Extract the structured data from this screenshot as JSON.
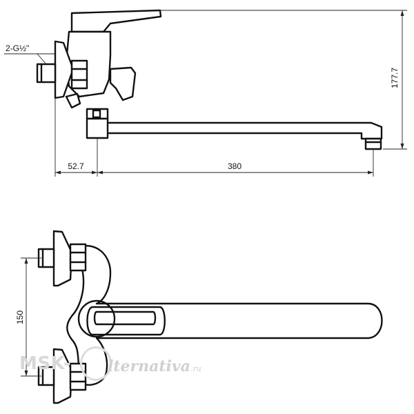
{
  "dimensions": {
    "connection_thread": "2-G½\"",
    "height": "177.7",
    "offset": "52.7",
    "spout_reach": "380",
    "inlet_spacing": "150"
  },
  "watermark": {
    "left_text": "MSK-",
    "right_text": "lternativa",
    "suffix": ".ru"
  }
}
